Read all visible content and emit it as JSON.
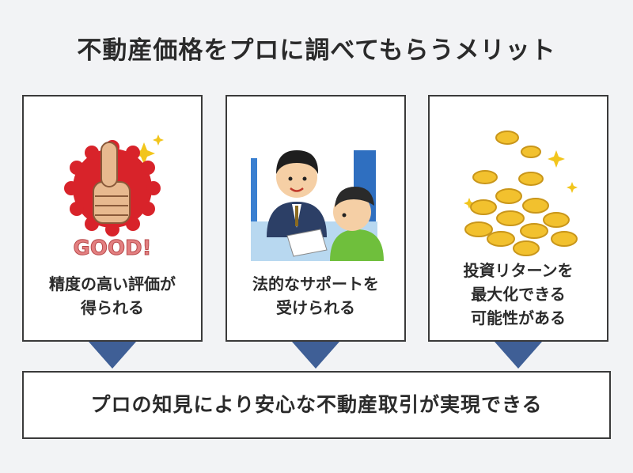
{
  "title": "不動産価格をプロに調べてもらうメリット",
  "cards": [
    {
      "lines": [
        "精度の高い評価が",
        "得られる"
      ],
      "illustration": "good-thumbs-up-icon",
      "good_text": "GOOD!"
    },
    {
      "lines": [
        "法的なサポートを",
        "受けられる"
      ],
      "illustration": "consultation-icon"
    },
    {
      "lines": [
        "投資リターンを",
        "最大化できる",
        "可能性がある"
      ],
      "illustration": "gold-coins-icon"
    }
  ],
  "result": "プロの知見により安心な不動産取引が実現できる",
  "colors": {
    "arrow": "#3f5f96",
    "border": "#3a3a3a",
    "background": "#f2f3f5"
  }
}
